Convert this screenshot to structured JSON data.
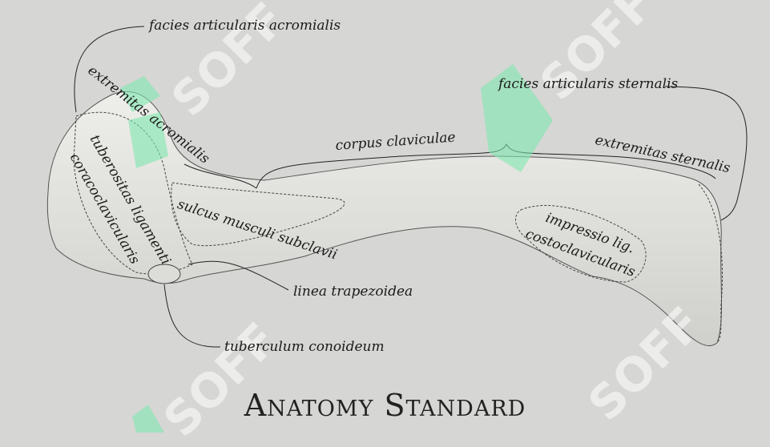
{
  "labels": {
    "facies_articularis_acromialis": "facies articularis acromialis",
    "extremitas_acromialis": "extremitas acromialis",
    "tuberositas": "tuberositas ligamenti",
    "coracoclavicularis": "coracoclavicularis",
    "corpus_claviculae": "corpus claviculae",
    "facies_articularis_sternalis": "facies articularis sternalis",
    "extremitas_sternalis": "extremitas sternalis",
    "sulcus": "sulcus musculi subclavii",
    "impressio_1": "impressio lig.",
    "impressio_2": "costoclavicularis",
    "linea_trapezoidea": "linea trapezoidea",
    "tuberculum_conoideum": "tuberculum conoideum"
  },
  "brand": "Anatomy Standard",
  "watermark": "SOFF",
  "colors": {
    "background": "#d6d6d4",
    "bone": "#e6e6e2",
    "watermark_logo": "#7fe8b0"
  }
}
